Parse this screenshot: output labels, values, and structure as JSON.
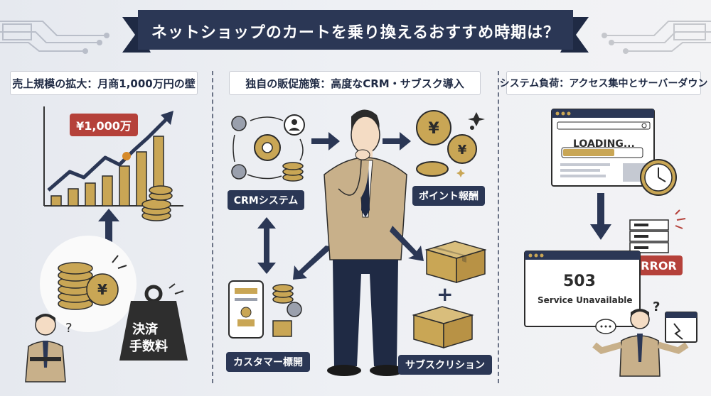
{
  "header": {
    "title": "ネットショップのカートを乗り換えるおすすめ時期は？"
  },
  "sections": [
    {
      "label": "売上規模の拡大：月商1,000万円の壁"
    },
    {
      "label": "独自の販促施策：高度なCRM・サブスク導入"
    },
    {
      "label": "システム負荷：アクセス集中とサーバーダウン"
    }
  ],
  "left": {
    "price_tag": "¥1,000万",
    "weight_label": [
      "決済",
      "手数料"
    ],
    "coin_symbol": "¥"
  },
  "middle": {
    "crm_label": "CRMシステム",
    "customer_label": "カスタマー標開",
    "points_label": "ポイント報酬",
    "subscription_label": "サブスクリション",
    "plus": "+"
  },
  "right": {
    "loading_text": "LOADING...",
    "error_tag": "ERROR",
    "error_code": "503",
    "error_message": "Service Unavailable"
  },
  "colors": {
    "navy": "#2b3755",
    "gold": "#c9a655",
    "red": "#b5413a",
    "beige": "#c8b08a"
  }
}
